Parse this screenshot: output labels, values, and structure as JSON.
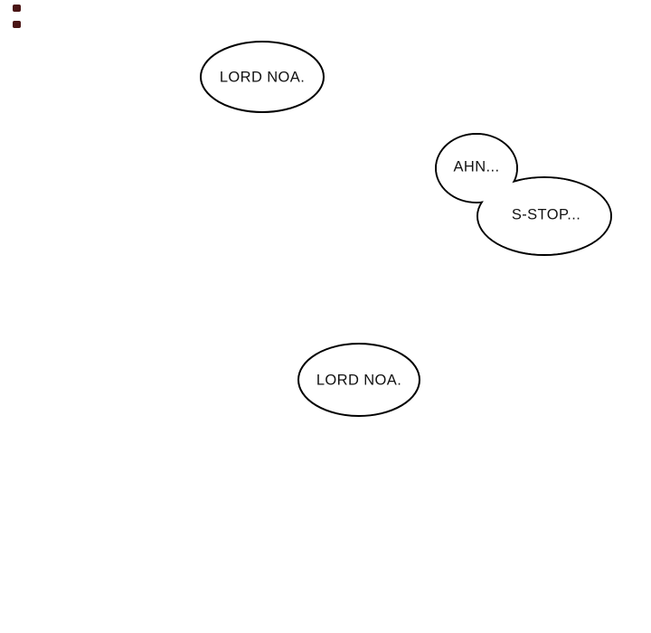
{
  "page": {
    "background": "#ffffff",
    "colors": {
      "bubble_outline": "#000000",
      "bubble_fill": "#ffffff",
      "text": "#121212",
      "corner_mark": "#4a1515"
    },
    "bubbles": [
      {
        "id": "bubble-top",
        "text": "LORD NOA."
      },
      {
        "id": "bubble-ahn",
        "text": "AHN..."
      },
      {
        "id": "bubble-sstop",
        "text": "S-STOP..."
      },
      {
        "id": "bubble-middle",
        "text": "LORD NOA."
      }
    ]
  }
}
